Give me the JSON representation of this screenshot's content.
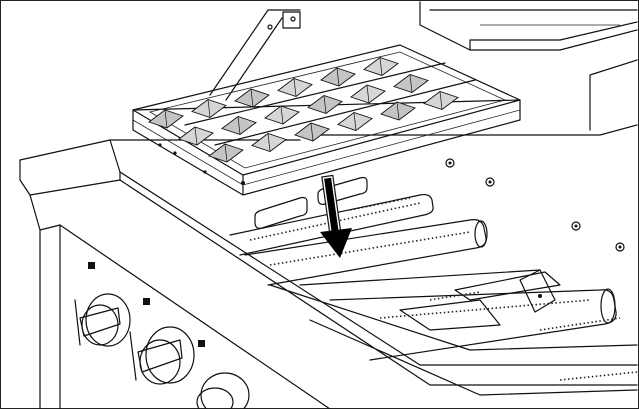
{
  "figure": {
    "subject": "grill-briquette-tray-installation",
    "action": "lower-tray-onto-burners",
    "colors": {
      "line": "#111111",
      "tray_fill": "#bdbdbd",
      "tray_side": "#8a8a8a",
      "surface": "#ffffff",
      "knob": "#e8e8e8",
      "arrow": "#000000"
    },
    "counts": {
      "tray_briquette_rows": 3,
      "tray_briquettes_per_row": 6,
      "burner_tubes": 3,
      "control_knobs": 3
    }
  }
}
